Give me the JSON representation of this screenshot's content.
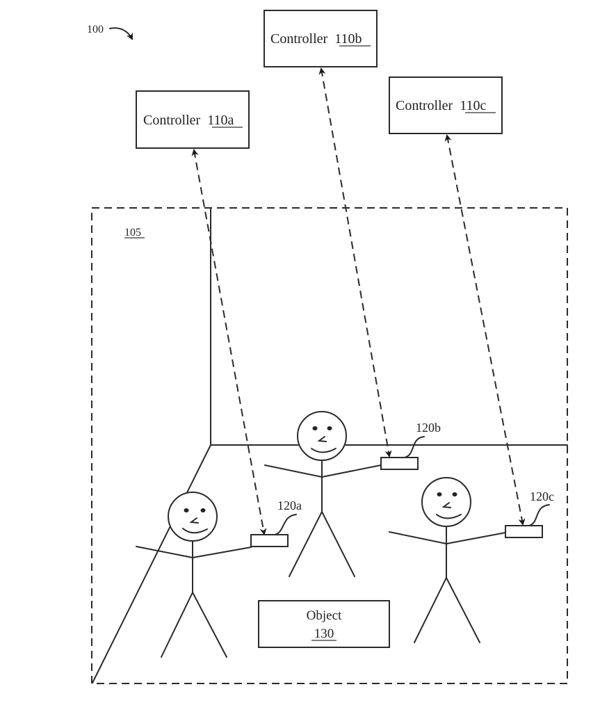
{
  "figure": {
    "ref_label": "100",
    "area_label": "105"
  },
  "controllers": [
    {
      "name": "Controller",
      "ref": "110a"
    },
    {
      "name": "Controller",
      "ref": "110b"
    },
    {
      "name": "Controller",
      "ref": "110c"
    }
  ],
  "devices": [
    {
      "ref": "120a"
    },
    {
      "ref": "120b"
    },
    {
      "ref": "120c"
    }
  ],
  "object": {
    "name": "Object",
    "ref": "130"
  }
}
